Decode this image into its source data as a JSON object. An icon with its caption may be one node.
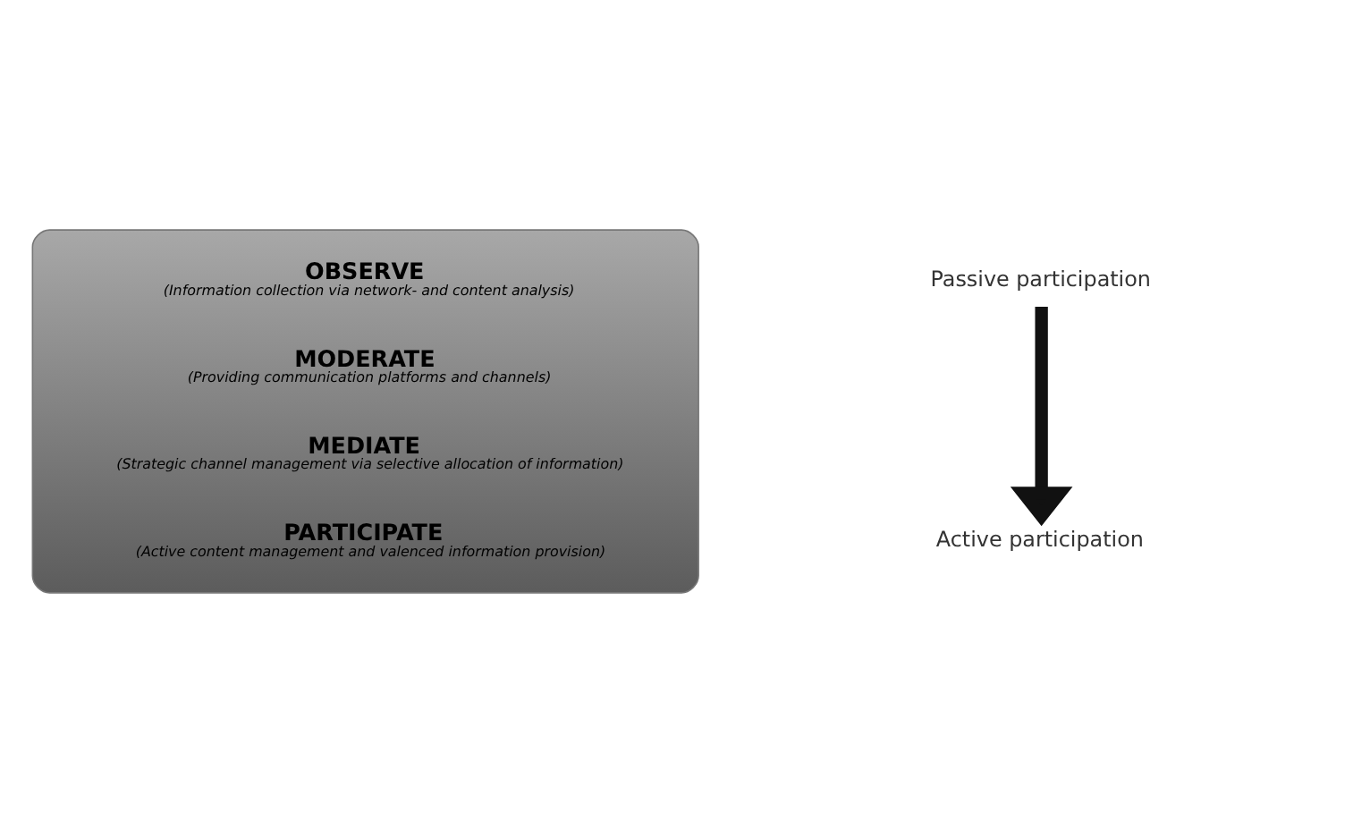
{
  "diagram": {
    "nodes": [
      {
        "text": [],
        "shape": "box"
      },
      {
        "text": [
          "OBSERVE",
          "(Information collection via network- and content analysis)"
        ],
        "in": 0
      },
      {
        "text": [
          "MODERATE",
          "(Providing communication platforms and channels)"
        ],
        "in": 0
      },
      {
        "text": [
          "MEDIATE",
          "(Strategic channel management via selective allocation of information)"
        ],
        "in": 0
      },
      {
        "text": [
          "PARTICIPATE",
          "(Active content management and valenced information provision)"
        ],
        "in": 0
      },
      {
        "text": [
          "Passive participation"
        ]
      },
      {
        "text": [
          "Active participation"
        ]
      }
    ],
    "edges": [
      {
        "from": 5,
        "to": 6,
        "arrow": "to"
      }
    ]
  }
}
